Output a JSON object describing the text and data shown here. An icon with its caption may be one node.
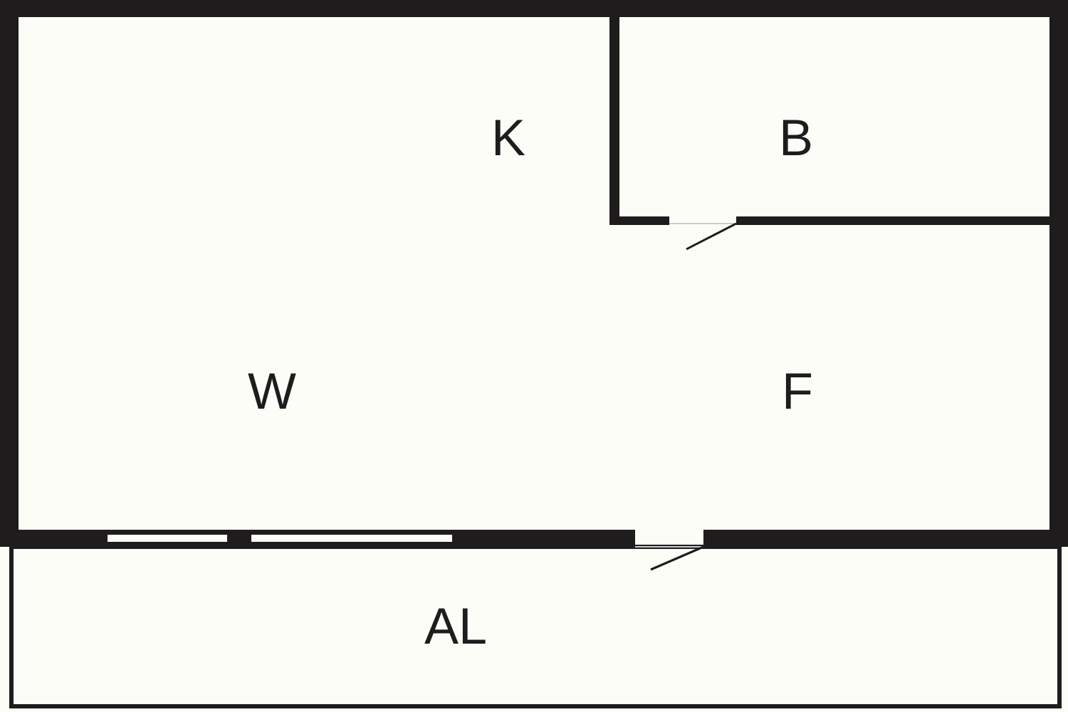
{
  "diagram": {
    "labels": [
      "K",
      "B",
      "W",
      "F",
      "AL"
    ]
  }
}
